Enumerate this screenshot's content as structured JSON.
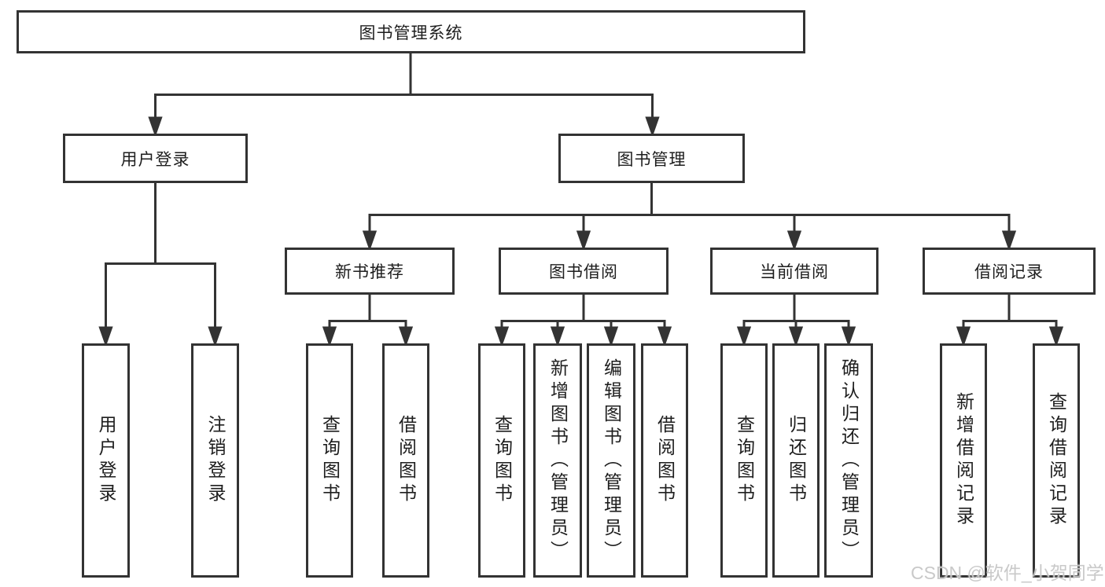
{
  "diagram": {
    "root": {
      "label": "图书管理系统"
    },
    "level2": {
      "user_login": {
        "label": "用户登录"
      },
      "book_management": {
        "label": "图书管理"
      }
    },
    "level3": {
      "new_book_recommend": {
        "label": "新书推荐"
      },
      "book_borrow": {
        "label": "图书借阅"
      },
      "current_borrow": {
        "label": "当前借阅"
      },
      "borrow_records": {
        "label": "借阅记录"
      }
    },
    "leaves": {
      "user_login": {
        "label": "用户登录"
      },
      "logout": {
        "label": "注销登录"
      },
      "rec_query_books": {
        "label": "查询图书"
      },
      "rec_borrow_books": {
        "label": "借阅图书"
      },
      "bor_query_books": {
        "label": "查询图书"
      },
      "bor_add_books": {
        "label": "新增图书（管理员）"
      },
      "bor_edit_books": {
        "label": "编辑图书（管理员）"
      },
      "bor_borrow_books": {
        "label": "借阅图书"
      },
      "cur_query_books": {
        "label": "查询图书"
      },
      "cur_return_books": {
        "label": "归还图书"
      },
      "cur_confirm_return": {
        "label": "确认归还（管理员）"
      },
      "rcd_add_record": {
        "label": "新增借阅记录"
      },
      "rcd_query_record": {
        "label": "查询借阅记录"
      }
    }
  },
  "watermark": {
    "text": "CSDN @软件_小贺同学"
  },
  "colors": {
    "line": "#333333",
    "background": "#ffffff",
    "watermark": "#c6c6c6"
  }
}
